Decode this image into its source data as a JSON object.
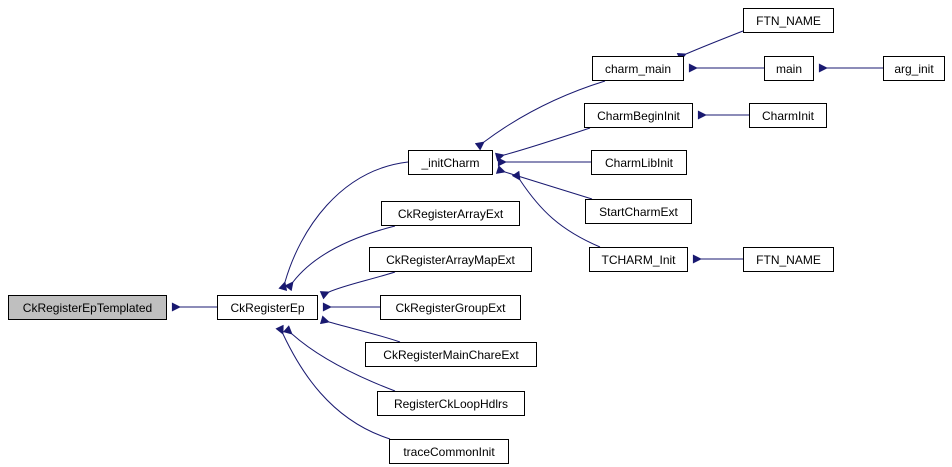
{
  "graph": {
    "type": "caller-graph",
    "edge_color": "#191970",
    "root_fill": "#bfbfbf",
    "nodes": [
      {
        "id": "n0",
        "label": "CkRegisterEpTemplated",
        "root": true
      },
      {
        "id": "n1",
        "label": "CkRegisterEp"
      },
      {
        "id": "n2",
        "label": "_initCharm"
      },
      {
        "id": "n3",
        "label": "CkRegisterArrayExt"
      },
      {
        "id": "n4",
        "label": "CkRegisterArrayMapExt"
      },
      {
        "id": "n5",
        "label": "CkRegisterGroupExt"
      },
      {
        "id": "n6",
        "label": "CkRegisterMainChareExt"
      },
      {
        "id": "n7",
        "label": "RegisterCkLoopHdlrs"
      },
      {
        "id": "n8",
        "label": "traceCommonInit"
      },
      {
        "id": "n9",
        "label": "charm_main"
      },
      {
        "id": "n10",
        "label": "CharmBeginInit"
      },
      {
        "id": "n11",
        "label": "CharmLibInit"
      },
      {
        "id": "n12",
        "label": "StartCharmExt"
      },
      {
        "id": "n13",
        "label": "TCHARM_Init"
      },
      {
        "id": "n14",
        "label": "FTN_NAME"
      },
      {
        "id": "n15",
        "label": "main"
      },
      {
        "id": "n16",
        "label": "arg_init"
      },
      {
        "id": "n17",
        "label": "CharmInit"
      },
      {
        "id": "n18",
        "label": "FTN_NAME"
      }
    ],
    "edges": [
      {
        "from": "n1",
        "to": "n0"
      },
      {
        "from": "n2",
        "to": "n1"
      },
      {
        "from": "n3",
        "to": "n1"
      },
      {
        "from": "n4",
        "to": "n1"
      },
      {
        "from": "n5",
        "to": "n1"
      },
      {
        "from": "n6",
        "to": "n1"
      },
      {
        "from": "n7",
        "to": "n1"
      },
      {
        "from": "n8",
        "to": "n1"
      },
      {
        "from": "n9",
        "to": "n2"
      },
      {
        "from": "n10",
        "to": "n2"
      },
      {
        "from": "n11",
        "to": "n2"
      },
      {
        "from": "n12",
        "to": "n2"
      },
      {
        "from": "n13",
        "to": "n2"
      },
      {
        "from": "n14",
        "to": "n9"
      },
      {
        "from": "n15",
        "to": "n9"
      },
      {
        "from": "n16",
        "to": "n15"
      },
      {
        "from": "n17",
        "to": "n10"
      },
      {
        "from": "n18",
        "to": "n13"
      }
    ]
  }
}
